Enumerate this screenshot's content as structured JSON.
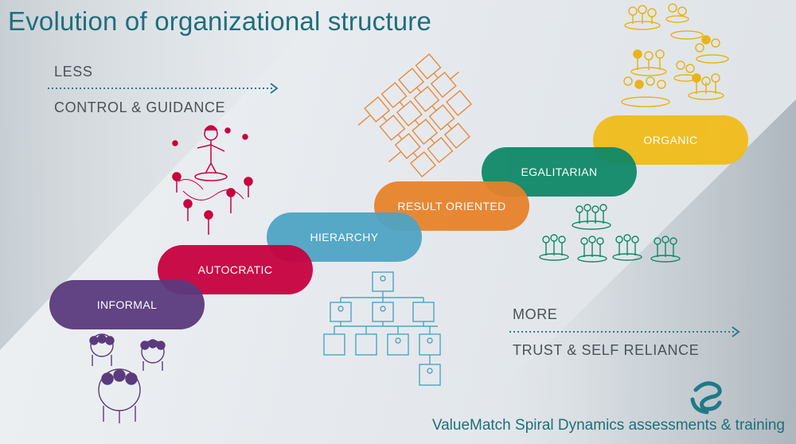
{
  "title": "Evolution of organizational structure",
  "legend_top": {
    "line1": "LESS",
    "line2": "CONTROL & GUIDANCE"
  },
  "legend_bottom": {
    "line1": "MORE",
    "line2": "TRUST & SELF RELIANCE"
  },
  "stages": [
    {
      "label": "INFORMAL",
      "color": "#5b3a7e"
    },
    {
      "label": "AUTOCRATIC",
      "color": "#c8003f"
    },
    {
      "label": "HIERARCHY",
      "color": "#4ea4c4"
    },
    {
      "label": "RESULT ORIENTED",
      "color": "#e8822a"
    },
    {
      "label": "EGALITARIAN",
      "color": "#0e8868"
    },
    {
      "label": "ORGANIC",
      "color": "#f0bc1c"
    }
  ],
  "footer": "ValueMatch Spiral Dynamics assessments & training",
  "colors": {
    "title": "#1f6e7c",
    "background_dark": "#a9b4bb",
    "background_light": "#eef1f3"
  }
}
